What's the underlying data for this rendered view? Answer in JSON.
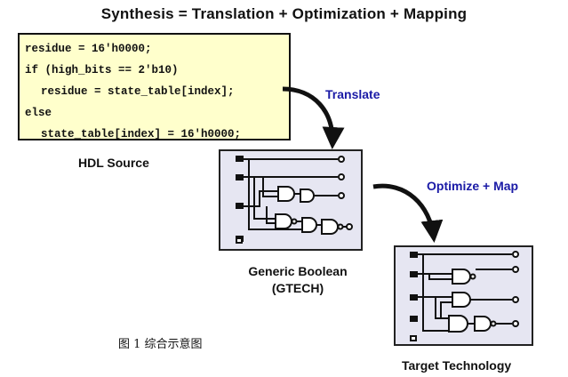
{
  "title": "Synthesis =  Translation + Optimization  + Mapping",
  "code_lines": [
    "residue = 16′h0000;",
    "if (high_bits == 2′b10)",
    "residue = state_table[index];",
    "else",
    "state_table[index] = 16′h0000;"
  ],
  "labels": {
    "hdl_source": "HDL Source",
    "translate": "Translate",
    "generic_boolean_line1": "Generic Boolean",
    "generic_boolean_line2": "(GTECH)",
    "optimize_map": "Optimize + Map",
    "target_technology": "Target Technology"
  },
  "caption": "图 1  综合示意图",
  "colors": {
    "code_background": "#ffffcc",
    "box_background": "#e6e6f2",
    "arrow_label": "#1a1aa6"
  }
}
